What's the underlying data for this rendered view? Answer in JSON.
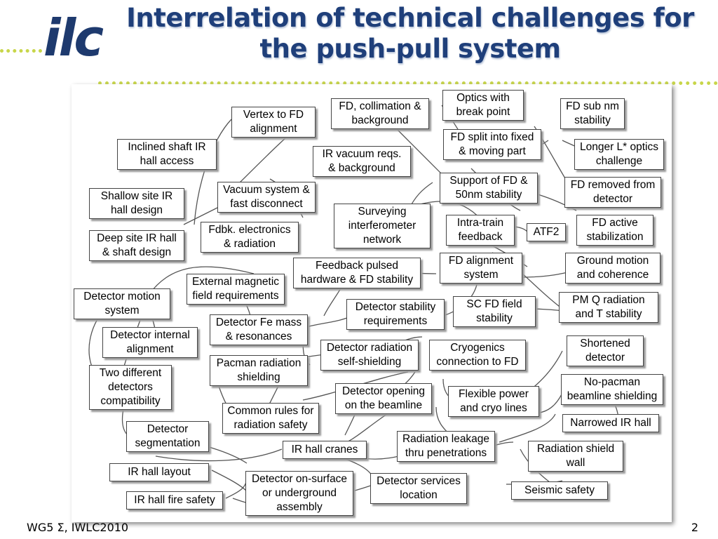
{
  "logo": "ilc",
  "title": "Interrelation of technical challenges for the push-pull system",
  "footer": {
    "left": "WG5 Σ, IWLC2010",
    "right": "2"
  },
  "nodes": {
    "vertex": "Vertex to FD\nalignment",
    "fd_collim": "FD, collimation &\nbackground",
    "optics_bp": "Optics with\nbreak point",
    "fd_subnm": "FD sub nm\nstability",
    "inclined": "Inclined shaft IR\nhall access",
    "ir_vacuum": "IR vacuum reqs.\n& background",
    "fd_split": "FD split into fixed\n& moving part",
    "longer_l": "Longer L* optics\nchallenge",
    "shallow": "Shallow site IR\nhall design",
    "vac_sys": "Vacuum system &\nfast disconnect",
    "support_fd": "Support of FD &\n50nm stability",
    "fd_removed": "FD removed from\ndetector",
    "deep": "Deep site IR hall\n& shaft design",
    "fdbk_elec": "Fdbk. electronics\n& radiation",
    "surveying": "Surveying\ninterferometer\nnetwork",
    "intra": "Intra-train\nfeedback",
    "atf2": "ATF2",
    "fd_active": "FD active\nstabilization",
    "feedback_pulsed": "Feedback pulsed\nhardware & FD stability",
    "fd_align": "FD alignment\nsystem",
    "ground": "Ground motion\nand coherence",
    "ext_mag": "External magnetic\nfield requirements",
    "det_motion": "Detector motion\nsystem",
    "det_stab": "Detector stability\nrequirements",
    "sc_fd": "SC FD field\nstability",
    "pmq": "PM Q radiation\nand T stability",
    "det_fe": "Detector Fe mass\n& resonances",
    "det_int": "Detector internal\nalignment",
    "det_rad": "Detector radiation\nself-shielding",
    "cryo": "Cryogenics\nconnection to FD",
    "shortened": "Shortened\ndetector",
    "two_det": "Two different\ndetectors\ncompatibility",
    "pacman_rad": "Pacman radiation\nshielding",
    "det_open": "Detector opening\non the beamline",
    "flex": "Flexible power\nand cryo lines",
    "no_pacman": "No-pacman\nbeamline shielding",
    "common": "Common rules for\nradiation safety",
    "narrowed": "Narrowed IR hall",
    "det_seg": "Detector\nsegmentation",
    "ir_cranes": "IR hall cranes",
    "rad_leak": "Radiation leakage\nthru penetrations",
    "rad_shield": "Radiation shield\nwall",
    "ir_layout": "IR hall layout",
    "det_surface": "Detector on-surface\nor underground\nassembly",
    "det_services": "Detector services\nlocation",
    "seismic": "Seismic safety",
    "ir_fire": "IR hall fire safety"
  }
}
